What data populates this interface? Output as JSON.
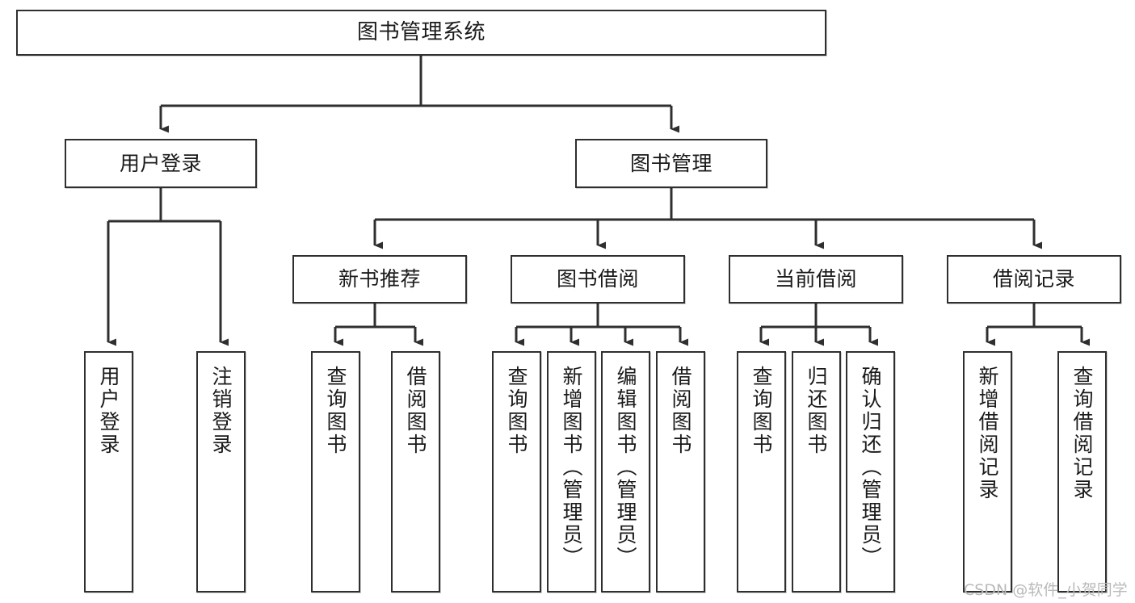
{
  "diagram": {
    "title": "图书管理系统",
    "type": "tree-hierarchy-chart",
    "line_color": "#2f2f2f",
    "box_fill": "#ffffff",
    "text_color": "#1a1a1a",
    "nodes": {
      "root": {
        "label": "图书管理系统"
      },
      "level2": [
        {
          "id": "user-login",
          "label": "用户登录"
        },
        {
          "id": "book-manage",
          "label": "图书管理"
        }
      ],
      "level3": [
        {
          "id": "new-book-recommend",
          "label": "新书推荐"
        },
        {
          "id": "book-borrow",
          "label": "图书借阅"
        },
        {
          "id": "current-borrow",
          "label": "当前借阅"
        },
        {
          "id": "borrow-record",
          "label": "借阅记录"
        }
      ],
      "leaves": [
        {
          "id": "leaf-user-login",
          "label": "用户登录",
          "parent": "user-login"
        },
        {
          "id": "leaf-user-logout",
          "label": "注销登录",
          "parent": "user-login"
        },
        {
          "id": "leaf-query-book-1",
          "label": "查询图书",
          "parent": "new-book-recommend"
        },
        {
          "id": "leaf-borrow-book-1",
          "label": "借阅图书",
          "parent": "new-book-recommend"
        },
        {
          "id": "leaf-query-book-2",
          "label": "查询图书",
          "parent": "book-borrow"
        },
        {
          "id": "leaf-add-book",
          "label": "新增图书（管理员）",
          "parent": "book-borrow"
        },
        {
          "id": "leaf-edit-book",
          "label": "编辑图书（管理员）",
          "parent": "book-borrow"
        },
        {
          "id": "leaf-borrow-book-2",
          "label": "借阅图书",
          "parent": "book-borrow"
        },
        {
          "id": "leaf-query-book-3",
          "label": "查询图书",
          "parent": "current-borrow"
        },
        {
          "id": "leaf-return-book",
          "label": "归还图书",
          "parent": "current-borrow"
        },
        {
          "id": "leaf-confirm-return",
          "label": "确认归还（管理员）",
          "parent": "current-borrow"
        },
        {
          "id": "leaf-add-record",
          "label": "新增借阅记录",
          "parent": "borrow-record"
        },
        {
          "id": "leaf-query-record",
          "label": "查询借阅记录",
          "parent": "borrow-record"
        }
      ]
    },
    "watermark": "CSDN @软件_小贺同学"
  }
}
